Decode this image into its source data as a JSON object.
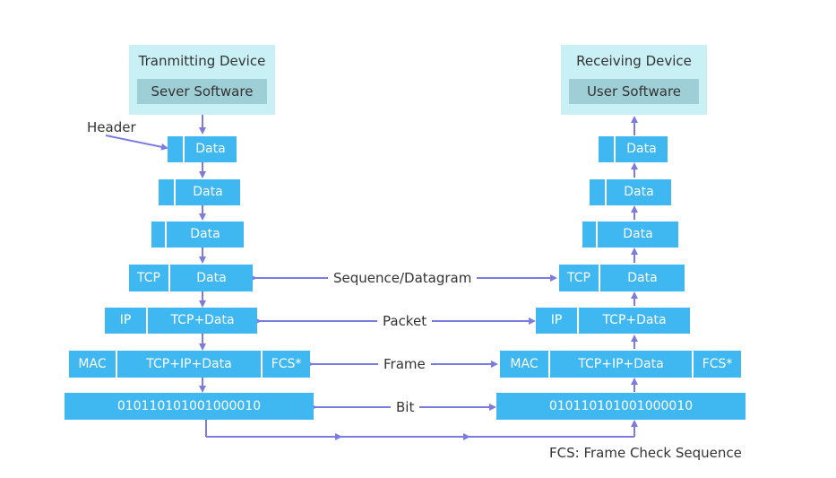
{
  "transmitting": {
    "title": "Tranmitting Device",
    "software": "Sever Software"
  },
  "receiving": {
    "title": "Receiving Device",
    "software": "User Software"
  },
  "labels": {
    "header": "Header",
    "sequence": "Sequence/Datagram",
    "packet": "Packet",
    "frame": "Frame",
    "bit": "Bit",
    "fcs_note": "FCS: Frame Check Sequence"
  },
  "segments": {
    "data": "Data",
    "tcp": "TCP",
    "ip": "IP",
    "tcp_data": "TCP+Data",
    "mac": "MAC",
    "tcp_ip_data": "TCP+IP+Data",
    "fcs": "FCS*",
    "bits": "010110101001000010"
  },
  "colors": {
    "block": "#3fb8f2",
    "device_box": "#c9f0f5",
    "device_inner": "#9fcfd6",
    "arrow": "#7b7be0"
  }
}
